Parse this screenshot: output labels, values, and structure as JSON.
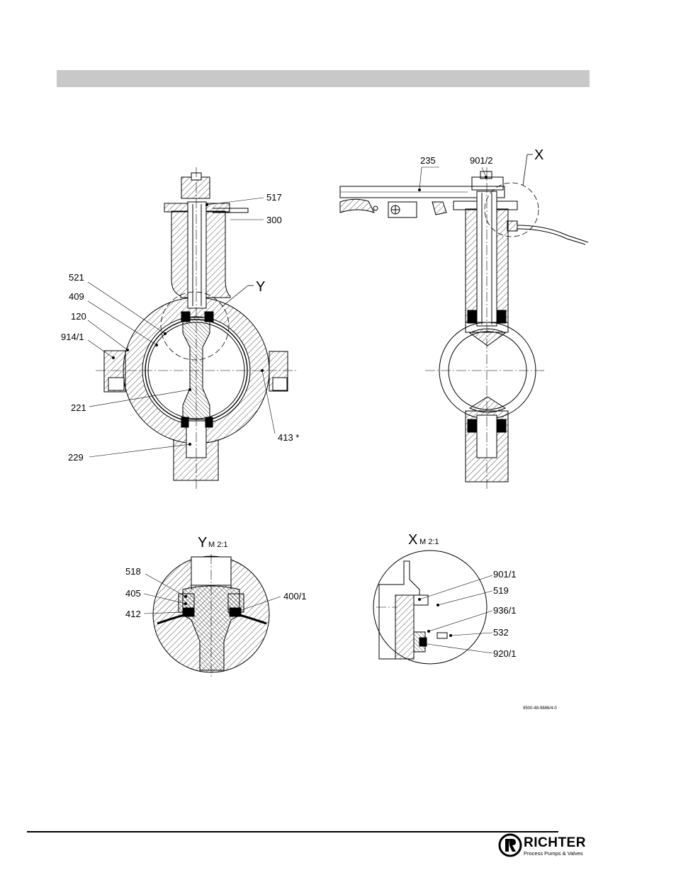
{
  "drawing": {
    "main_view": {
      "callouts": [
        "517",
        "300",
        "521",
        "409",
        "120",
        "914/1",
        "221",
        "229",
        "413 *"
      ],
      "detail_marker": "Y"
    },
    "side_view": {
      "callouts": [
        "235",
        "901/2"
      ],
      "detail_marker": "X"
    },
    "detail_y": {
      "title_letter": "Y",
      "title_scale": "M 2:1",
      "callouts": [
        "518",
        "405",
        "412",
        "400/1"
      ]
    },
    "detail_x": {
      "title_letter": "X",
      "title_scale": "M 2:1",
      "callouts": [
        "901/1",
        "519",
        "936/1",
        "532",
        "920/1"
      ]
    },
    "drawing_number": "9500-48-9886/4-0"
  },
  "brand": {
    "name": "RICHTER",
    "tagline": "Process Pumps & Valves"
  },
  "colors": {
    "header_bar": "#c8c8c8",
    "line": "#000000"
  }
}
